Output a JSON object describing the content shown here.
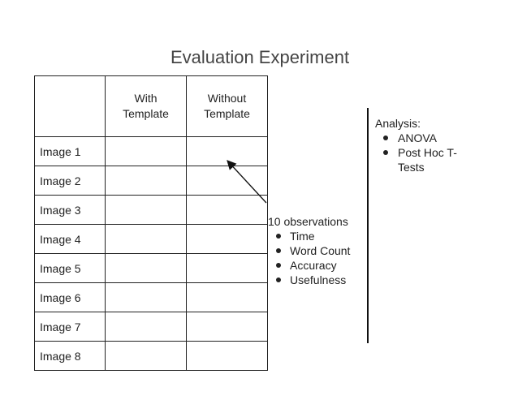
{
  "title": "Evaluation Experiment",
  "table": {
    "header": [
      "",
      "With Template",
      "Without Template"
    ],
    "header_lines": [
      [
        ""
      ],
      [
        "With",
        "Template"
      ],
      [
        "Without",
        "Template"
      ]
    ],
    "rows": [
      "Image 1",
      "Image 2",
      "Image 3",
      "Image 4",
      "Image 5",
      "Image 6",
      "Image 7",
      "Image 8"
    ]
  },
  "observations": {
    "heading": "10 observations",
    "items": [
      "Time",
      "Word Count",
      "Accuracy",
      "Usefulness"
    ]
  },
  "analysis": {
    "heading": "Analysis:",
    "items": [
      "ANOVA",
      "Post Hoc T-Tests"
    ]
  }
}
